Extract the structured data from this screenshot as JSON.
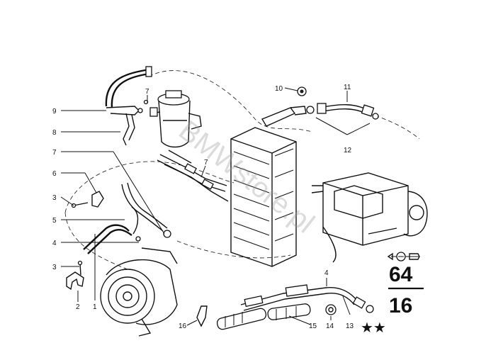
{
  "watermark": "BMWstore.pl",
  "section_number": "64",
  "group_number": "16",
  "stars": "★★",
  "callouts": [
    "1",
    "2",
    "3",
    "3",
    "4",
    "4",
    "5",
    "6",
    "7",
    "7",
    "8",
    "9",
    "10",
    "11",
    "12",
    "13",
    "14",
    "15",
    "16"
  ]
}
